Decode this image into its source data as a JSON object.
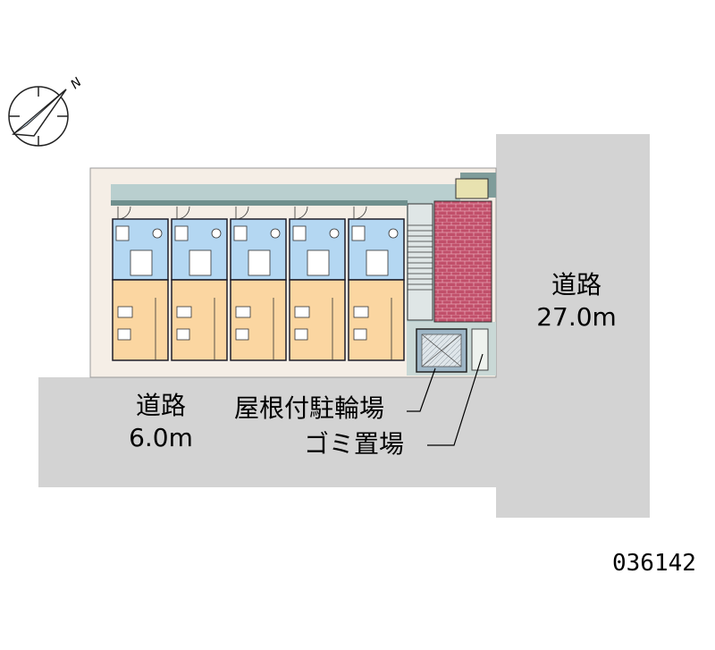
{
  "roads": {
    "main": {
      "name": "道路",
      "width": "27.0m"
    },
    "side": {
      "name": "道路",
      "width": "6.0m"
    }
  },
  "facilities": {
    "bike_parking": "屋根付駐輪場",
    "trash_area": "ゴミ置場"
  },
  "property_code": "036142",
  "compass": {
    "north_label": "N"
  },
  "colors": {
    "road": "#d3d3d3",
    "lot": "#f5eee6",
    "unit_wet_area": "#b4d7f2",
    "unit_living_room": "#fbd6a1",
    "corridor": "#b9cfcf",
    "wall": "#1f1f2a",
    "paving": "#c14f6a",
    "bike_shelter": "#9eb6c6"
  }
}
